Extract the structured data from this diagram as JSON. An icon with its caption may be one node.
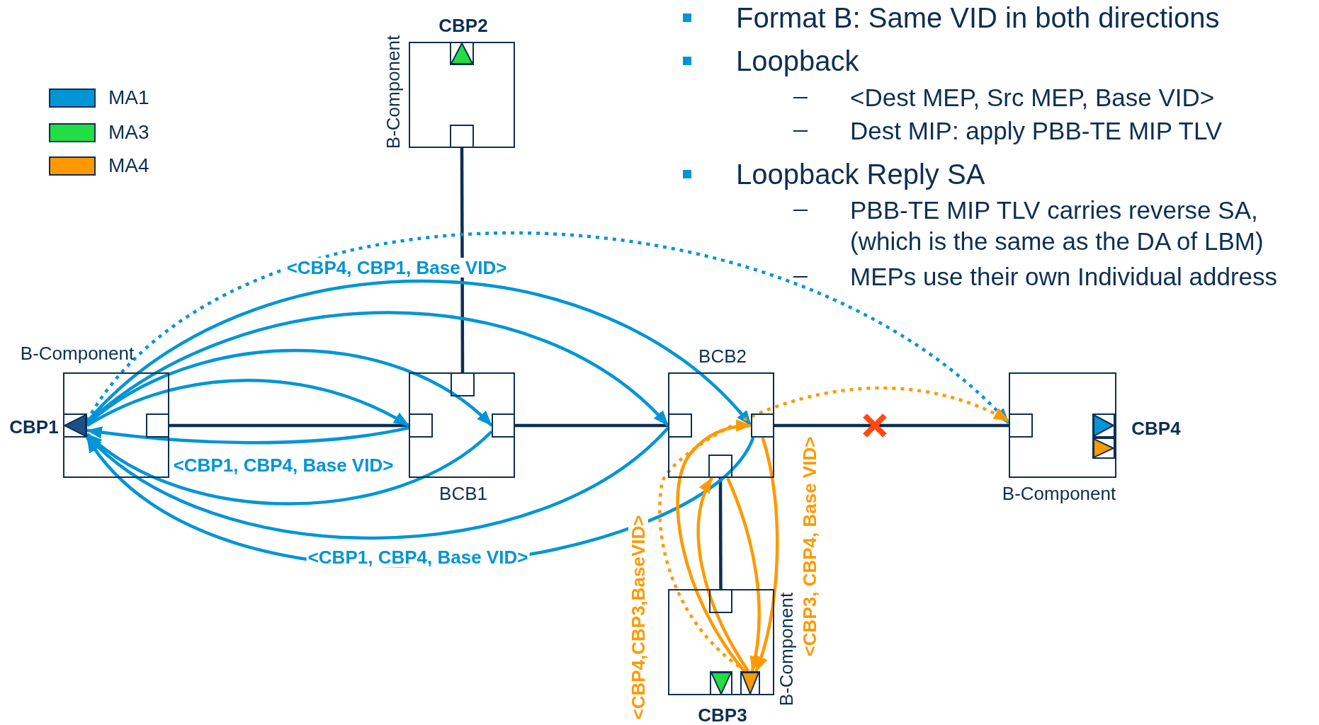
{
  "diagram": {
    "nodes": [
      {
        "text": [
          "B-Component"
        ],
        "beside": [
          "CBP1"
        ]
      },
      {
        "text": [],
        "shape": "triangle",
        "in": 0
      },
      {
        "text": [],
        "shape": "box",
        "in": 0
      },
      {
        "text": [
          "BCB1"
        ]
      },
      {
        "text": [],
        "shape": "box",
        "in": 3
      },
      {
        "text": [],
        "shape": "box",
        "in": 3
      },
      {
        "text": [],
        "shape": "box",
        "in": 3
      },
      {
        "text": [
          "B-Component"
        ],
        "beside": [
          "CBP2"
        ]
      },
      {
        "text": [],
        "shape": "triangle",
        "in": 7
      },
      {
        "text": [],
        "shape": "box",
        "in": 7
      },
      {
        "text": [
          "BCB2"
        ]
      },
      {
        "text": [],
        "shape": "box",
        "in": 10
      },
      {
        "text": [],
        "shape": "box",
        "in": 10
      },
      {
        "text": [],
        "shape": "box",
        "in": 10
      },
      {
        "text": [
          "B-Component"
        ],
        "beside": [
          "CBP3"
        ]
      },
      {
        "text": [],
        "shape": "box",
        "in": 14
      },
      {
        "text": [],
        "shape": "triangle",
        "in": 14
      },
      {
        "text": [],
        "shape": "triangle",
        "in": 14
      },
      {
        "text": [
          "B-Component"
        ],
        "beside": [
          "CBP4"
        ]
      },
      {
        "text": [],
        "shape": "box",
        "in": 18
      },
      {
        "text": [],
        "shape": "triangle",
        "in": 18
      },
      {
        "text": [],
        "shape": "triangle",
        "in": 18
      }
    ],
    "edges": [
      {
        "from": 2,
        "to": 4,
        "arrow": "none",
        "color": "#0d2f52"
      },
      {
        "from": 6,
        "to": 11,
        "arrow": "none",
        "color": "#0d2f52"
      },
      {
        "from": 12,
        "to": 19,
        "arrow": "none",
        "color": "#0d2f52"
      },
      {
        "from": 9,
        "to": 5,
        "arrow": "none",
        "color": "#0d2f52"
      },
      {
        "from": 13,
        "to": 15,
        "arrow": "none",
        "color": "#0d2f52"
      },
      {
        "from": 1,
        "to": 4,
        "arrow": "to"
      },
      {
        "from": 4,
        "to": 1,
        "arrow": "to"
      },
      {
        "from": 1,
        "to": 6,
        "arrow": "to"
      },
      {
        "from": 6,
        "to": 1,
        "arrow": "to",
        "label": "<CBP1, CBP4, Base VID>"
      },
      {
        "from": 1,
        "to": 11,
        "arrow": "to"
      },
      {
        "from": 11,
        "to": 1,
        "arrow": "to"
      },
      {
        "from": 1,
        "to": 12,
        "arrow": "to",
        "label": "<CBP4, CBP1, Base VID>"
      },
      {
        "from": 12,
        "to": 1,
        "arrow": "to",
        "label": "<CBP1, CBP4, Base VID>"
      },
      {
        "from": 1,
        "to": 19,
        "arrow": "to",
        "style": "dashed"
      },
      {
        "from": 17,
        "to": 19,
        "arrow": "to",
        "style": "dashed",
        "color": "#ff9900",
        "label": "<CBP4,CBP3,BaseVID>"
      },
      {
        "from": 17,
        "to": 12,
        "arrow": "to",
        "color": "#ff9900"
      },
      {
        "from": 17,
        "to": 13,
        "arrow": "to",
        "color": "#ff9900"
      },
      {
        "from": 13,
        "to": 17,
        "arrow": "to",
        "color": "#ff9900"
      },
      {
        "from": 12,
        "to": 17,
        "arrow": "to",
        "color": "#ff9900",
        "label": "<CBP3, CBP4, Base VID>"
      }
    ],
    "labels": [
      "Format B: Same VID in both directions",
      "Loopback",
      "<Dest MEP, Src MEP, Base VID>",
      "Dest MIP: apply PBB-TE MIP TLV",
      "Loopback Reply SA",
      "PBB-TE MIP TLV carries reverse SA, (which is the same as the DA of LBM)",
      "MEPs use their own Individual address"
    ],
    "legend": [
      {
        "text": "MA1",
        "color": "#0095d6"
      },
      {
        "text": "MA3",
        "color": "#22dd44"
      },
      {
        "text": "MA4",
        "color": "#ff9900"
      }
    ]
  }
}
